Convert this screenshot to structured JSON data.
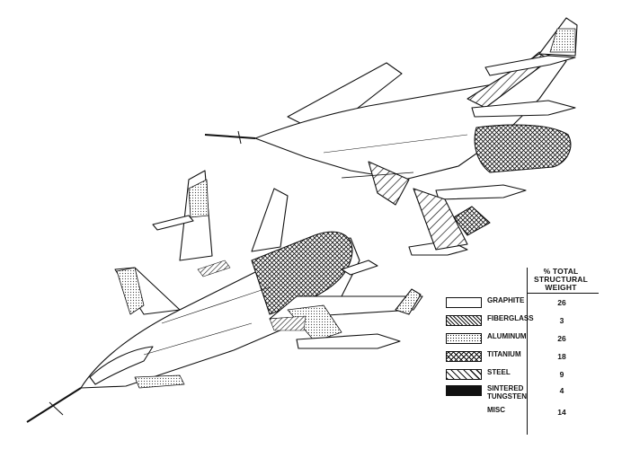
{
  "legend": {
    "header": "% TOTAL\nSTRUCTURAL\nWEIGHT",
    "materials": [
      {
        "name": "GRAPHITE",
        "value": "26",
        "pattern": "blank"
      },
      {
        "name": "FIBERGLASS",
        "value": "3",
        "pattern": "diag-fine"
      },
      {
        "name": "ALUMINUM",
        "value": "26",
        "pattern": "dots"
      },
      {
        "name": "TITANIUM",
        "value": "18",
        "pattern": "crosshatch"
      },
      {
        "name": "STEEL",
        "value": "9",
        "pattern": "diag-wide"
      },
      {
        "name": "SINTERED\nTUNGSTEN",
        "value": "4",
        "pattern": "solid"
      },
      {
        "name": "MISC",
        "value": "14",
        "pattern": "none"
      }
    ]
  },
  "colors": {
    "ink": "#111111",
    "paper": "#ffffff"
  }
}
